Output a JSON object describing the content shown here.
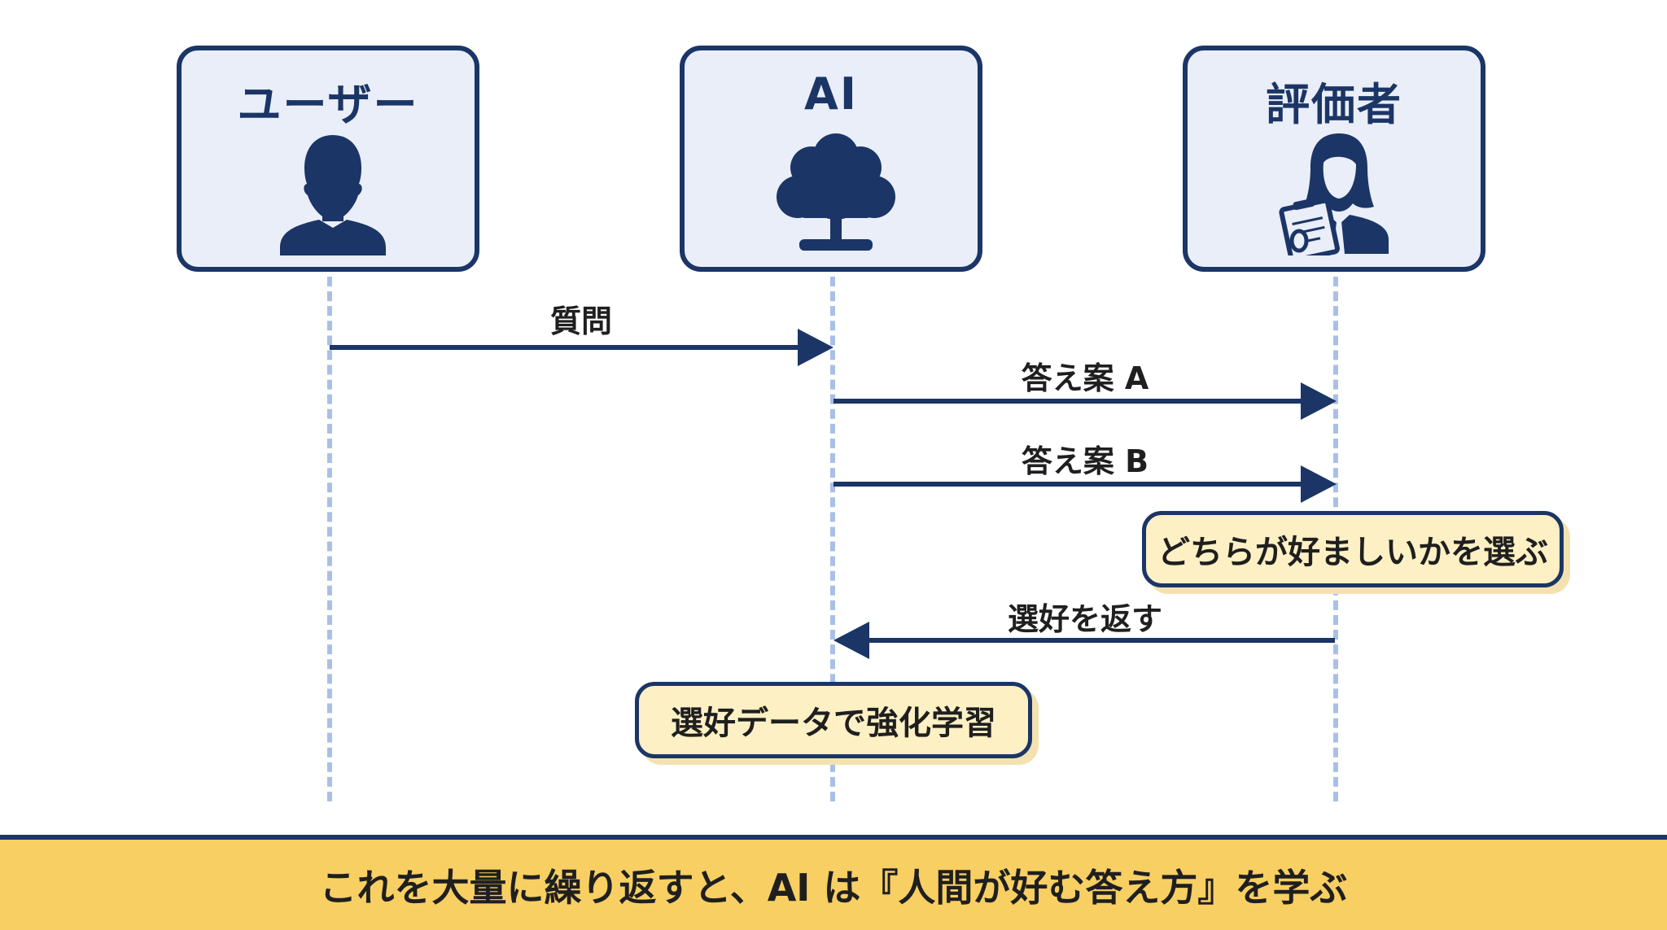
{
  "actors": {
    "user": {
      "title": "ユーザー",
      "icon": "user-icon"
    },
    "ai": {
      "title": "AI",
      "icon": "tree-network-icon"
    },
    "evaluator": {
      "title": "評価者",
      "icon": "evaluator-with-clipboard-icon"
    }
  },
  "messages": {
    "question": "質問",
    "answer_a": "答え案 A",
    "answer_b": "答え案 B",
    "return_preference": "選好を返す"
  },
  "notes": {
    "choose_preferred": "どちらが好ましいかを選ぶ",
    "reinforcement_learning": "選好データで強化学習"
  },
  "footer": {
    "text": "これを大量に繰り返すと、AI は『人間が好む答え方』を学ぶ"
  },
  "colors": {
    "navy": "#1b3566",
    "box_fill": "#e9eef8",
    "lifeline": "#a9c0e6",
    "note_fill": "#fdf0c4",
    "footer_fill": "#f8cf63"
  }
}
